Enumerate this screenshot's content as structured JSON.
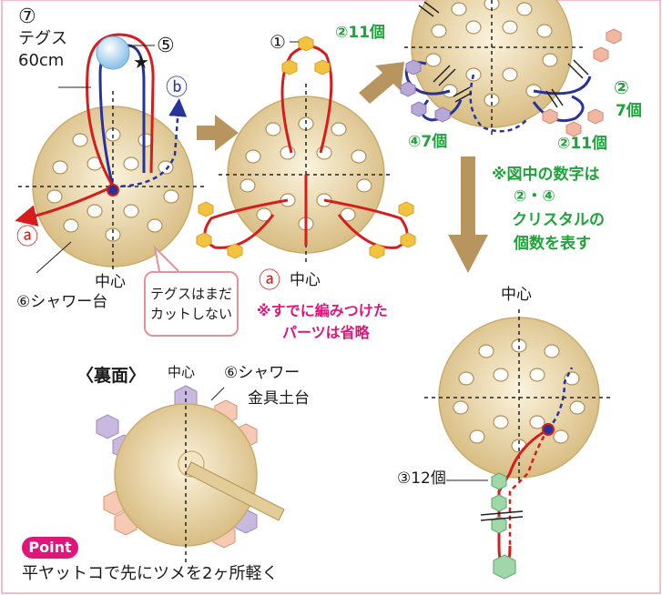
{
  "labels": {
    "tegusu_num": "⑦",
    "tegusu": "テグス",
    "tegusu_len": "60cm",
    "star_num": "⑤",
    "star": "★",
    "b_mark": "ⓑ",
    "a_mark_1": "ⓐ",
    "center_1": "中心",
    "shower_base": "⑥シャワー台",
    "bubble_line1": "テグスはまだ",
    "bubble_line2": "カットしない",
    "crystal_1": "①",
    "a_mark_2": "ⓐ",
    "center_2": "中心",
    "note_pink_1": "※すでに編みつけた",
    "note_pink_2": "パーツは省略",
    "count_2_11_top": "②11個",
    "count_2_7_a": "②",
    "count_2_7_b": "7個",
    "count_4_7": "④7個",
    "count_2_11_bottom": "②11個",
    "note_green_1": "※図中の数字は",
    "note_green_2": "②・④",
    "note_green_3": "クリスタルの",
    "note_green_4": "個数を表す",
    "center_3": "中心",
    "count_3_12": "③12個",
    "back_title": "〈裏面〉",
    "center_4": "中心",
    "shower_metal_1": "⑥シャワー",
    "shower_metal_2": "金具土台",
    "point_badge": "Point",
    "point_text": "平ヤットコで先にツメを2ヶ所軽く"
  },
  "colors": {
    "disc": "#e0c998",
    "disc_edge": "#c9ac6c",
    "wire_red": "#d71c1c",
    "wire_blue": "#26339a",
    "arrow": "#b8955f",
    "crystal_yellow": "#f2c340",
    "crystal_purple": "#b8a8d8",
    "crystal_pink": "#f0b8a2",
    "crystal_green": "#9fd7a8",
    "bead_blue": "#a9d4f2"
  },
  "icons": [
    "arrow-right-icon",
    "arrow-down-icon",
    "shower-disc-icon",
    "bead-icon"
  ]
}
